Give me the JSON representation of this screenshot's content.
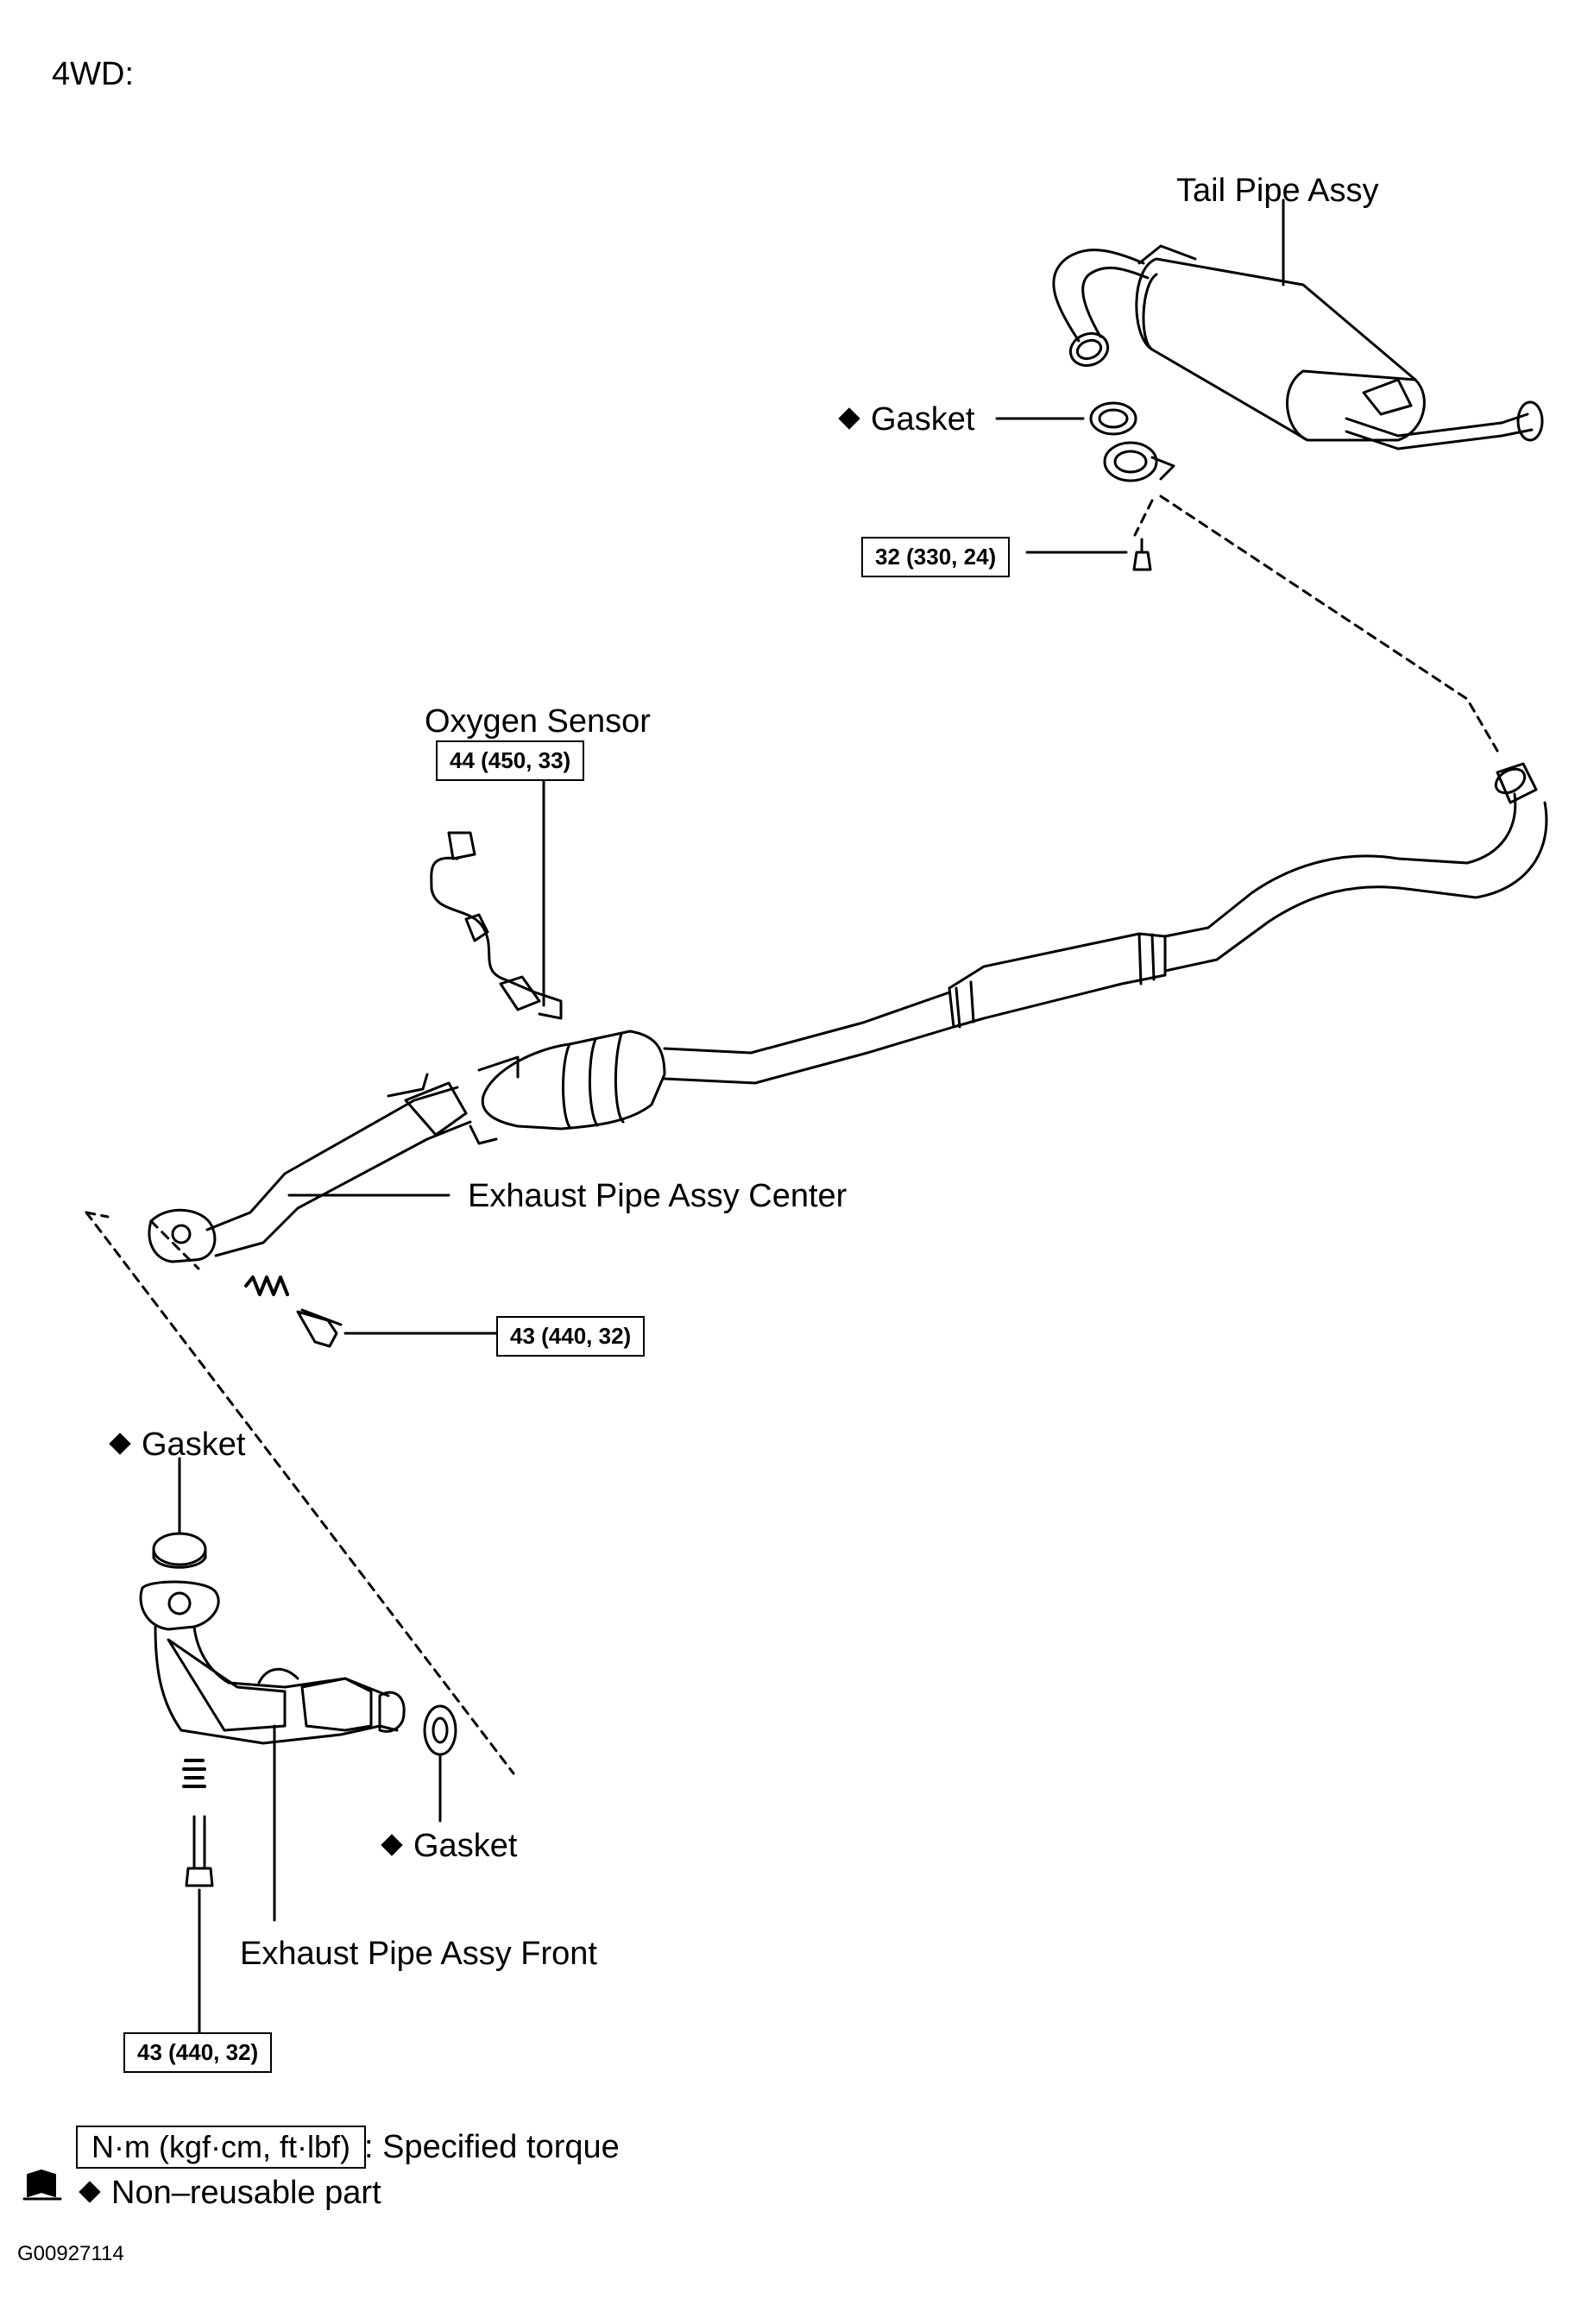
{
  "header": {
    "variant": "4WD:"
  },
  "labels": {
    "tail_pipe": "Tail Pipe Assy",
    "gasket_rear": "Gasket",
    "oxygen_sensor": "Oxygen Sensor",
    "pipe_center": "Exhaust Pipe Assy Center",
    "gasket_front_upper": "Gasket",
    "gasket_front_lower": "Gasket",
    "pipe_front": "Exhaust Pipe Assy Front"
  },
  "torque": {
    "tail_clamp": "32 (330, 24)",
    "oxygen_sensor": "44 (450, 33)",
    "center_bolt": "43 (440, 32)",
    "front_bolt": "43 (440, 32)"
  },
  "legend": {
    "torque_unit": "N·m (kgf·cm, ft·lbf)",
    "torque_desc": ": Specified torque",
    "non_reusable": "Non–reusable part",
    "marker": "non-reusable-diamond"
  },
  "figure_code": "G00927114"
}
